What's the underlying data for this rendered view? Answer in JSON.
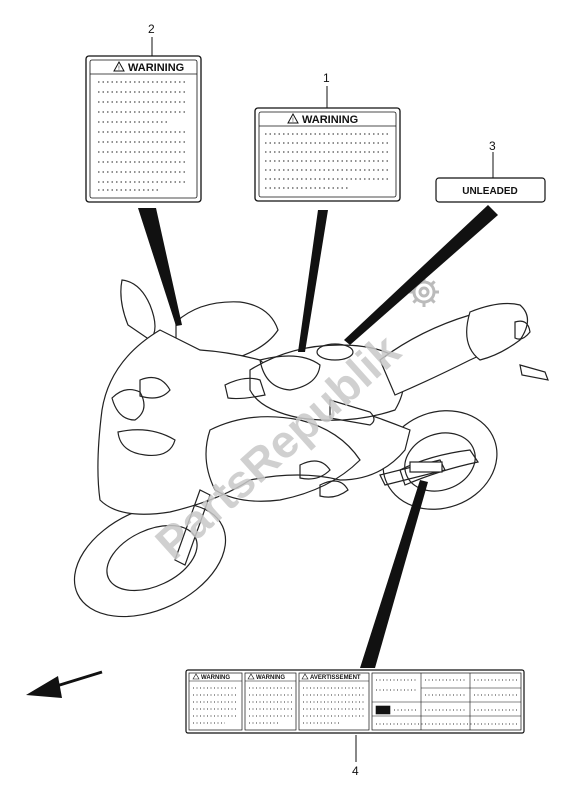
{
  "callouts": [
    "1",
    "2",
    "3",
    "4"
  ],
  "label1": {
    "header": "WARINING"
  },
  "label2": {
    "header": "WARINING"
  },
  "label3": {
    "text": "UNLEADED"
  },
  "label4": {
    "headers": [
      "WARNING",
      "WARNING",
      "AVERTISSEMENT"
    ]
  },
  "watermark": {
    "text": "PartsRepublik"
  },
  "icons": [
    "warning-triangle-icon",
    "gear-icon",
    "front-arrow-icon"
  ]
}
